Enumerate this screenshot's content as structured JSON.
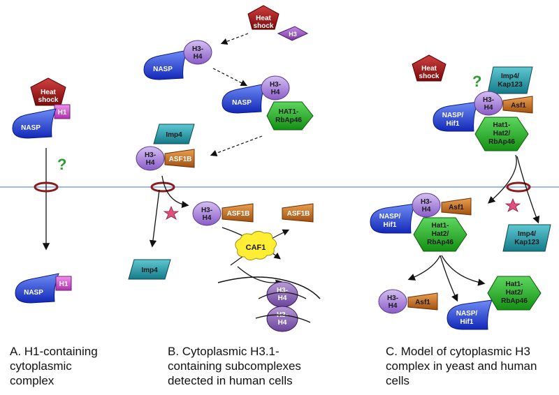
{
  "labels": {
    "heat_shock": [
      "Heat",
      "shock"
    ],
    "h3": "H3",
    "h1": "H1",
    "nasp": "NASP",
    "nasp_hif1": [
      "NASP/",
      "Hif1"
    ],
    "h3h4": [
      "H3-",
      "H4"
    ],
    "hat1_rbap46": [
      "HAT1-",
      "RbAp46"
    ],
    "hat1_hat2_rbap46": [
      "Hat1-",
      "Hat2/",
      "RbAp46"
    ],
    "imp4": "Imp4",
    "imp4_kap123": [
      "Imp4/",
      "Kap123"
    ],
    "asf1b": "ASF1B",
    "asf1": "Asf1",
    "caf1": "CAF1",
    "question": "?"
  },
  "captions": {
    "a": [
      "A. H1-containing",
      "cytoplasmic",
      "complex"
    ],
    "b": [
      "B. Cytoplasmic H3.1-",
      "containing subcomplexes",
      "detected in human cells"
    ],
    "c": [
      "C. Model of cytoplasmic H3",
      "complex in yeast and human",
      "cells"
    ]
  },
  "colors": {
    "heat_shock": "#a81818",
    "h3_diamond": "#9a50c0",
    "h1_box": "#d050d0",
    "nasp": "#1e3fd8",
    "h3h4": "#a07ad8",
    "hat": "#22b022",
    "imp4": "#1e9aa8",
    "asf": "#c86e1a",
    "caf1": "#ffee33",
    "membrane": "#7fa0e0",
    "pore": "#8b1a1a",
    "star": "#e0507a"
  }
}
